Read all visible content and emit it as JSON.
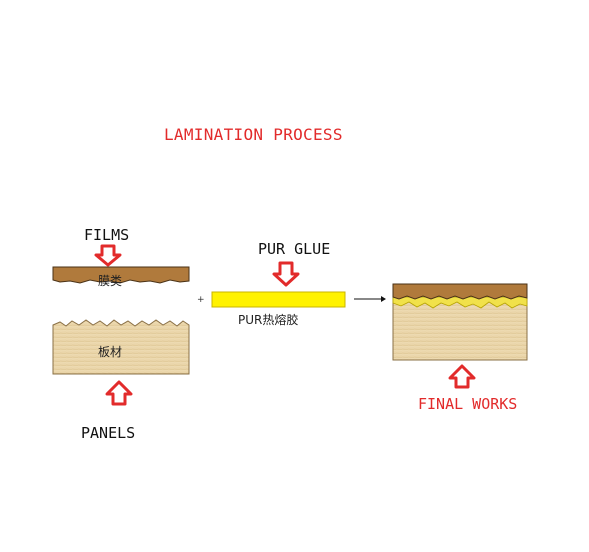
{
  "title": "LAMINATION PROCESS",
  "labels": {
    "films": "FILMS",
    "films_cn": "膜类",
    "panels": "PANELS",
    "panels_cn": "板材",
    "pur_glue": "PUR GLUE",
    "pur_cn": "PUR热熔胶",
    "final_works": "FINAL WORKS"
  },
  "operators": {
    "plus": "+"
  },
  "colors": {
    "accent_red": "#e22b2b",
    "film_brown": "#b07a3c",
    "wood": "#ead5a9",
    "glue_yellow": "#fff200"
  },
  "icons": {
    "arrow_down": "red-outline-arrow-down-icon",
    "arrow_up": "red-outline-arrow-up-icon",
    "arrow_right": "arrow-right-icon"
  }
}
